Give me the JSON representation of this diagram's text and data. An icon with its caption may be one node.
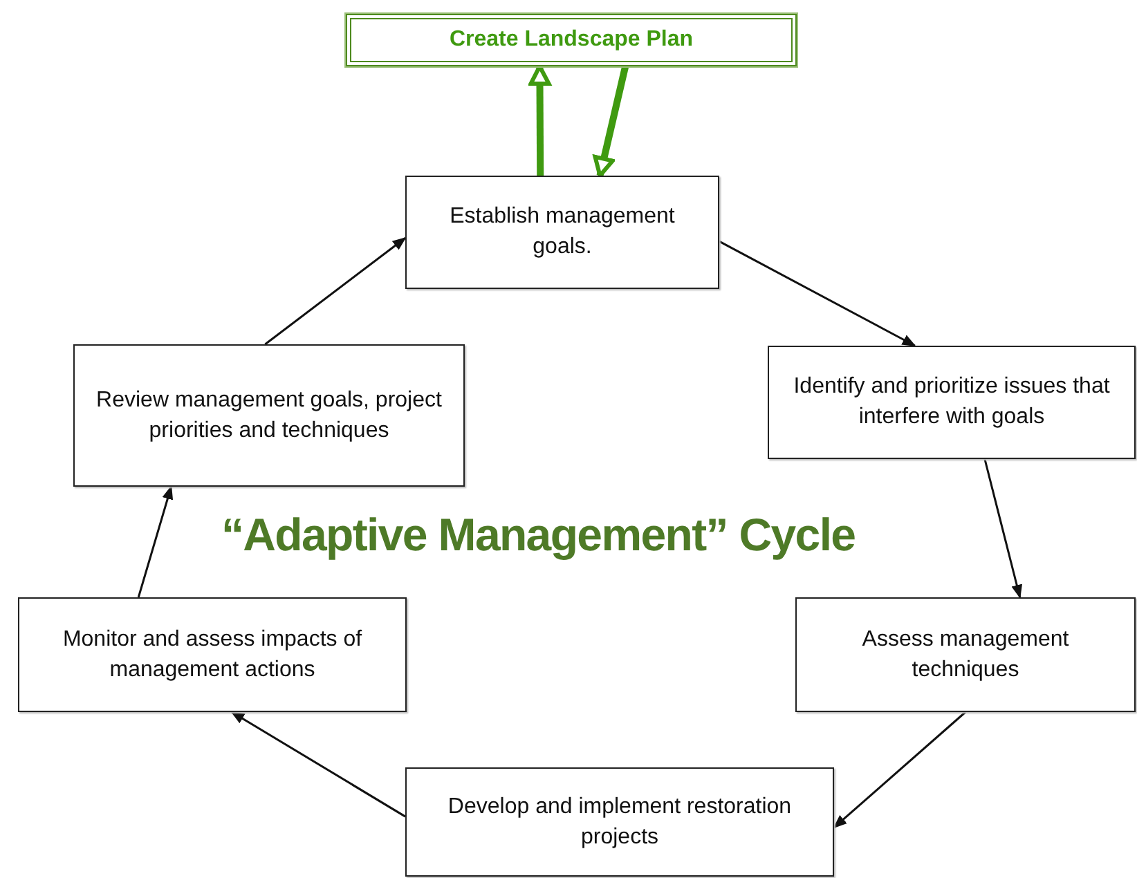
{
  "diagram": {
    "title": "“Adaptive Management” Cycle",
    "nodes": [
      {
        "text": [
          "Create Landscape Plan"
        ]
      },
      {
        "text": [
          "Establish management goals."
        ]
      },
      {
        "text": [
          "Identify and prioritize issues that interfere with goals"
        ]
      },
      {
        "text": [
          "Assess management techniques"
        ]
      },
      {
        "text": [
          "Develop and implement restoration projects"
        ]
      },
      {
        "text": [
          "Monitor and assess impacts of management actions"
        ]
      },
      {
        "text": [
          "Review management goals, project priorities and techniques"
        ]
      }
    ],
    "edges": [
      {
        "from": 1,
        "to": 0,
        "arrow": "to",
        "style": "thick",
        "color": "#3f9a10"
      },
      {
        "from": 0,
        "to": 1,
        "arrow": "to",
        "style": "thick",
        "color": "#3f9a10"
      },
      {
        "from": 1,
        "to": 2,
        "arrow": "to"
      },
      {
        "from": 2,
        "to": 3,
        "arrow": "to"
      },
      {
        "from": 3,
        "to": 4,
        "arrow": "to"
      },
      {
        "from": 4,
        "to": 5,
        "arrow": "to"
      },
      {
        "from": 5,
        "to": 6,
        "arrow": "to"
      },
      {
        "from": 6,
        "to": 1,
        "arrow": "to"
      }
    ]
  }
}
